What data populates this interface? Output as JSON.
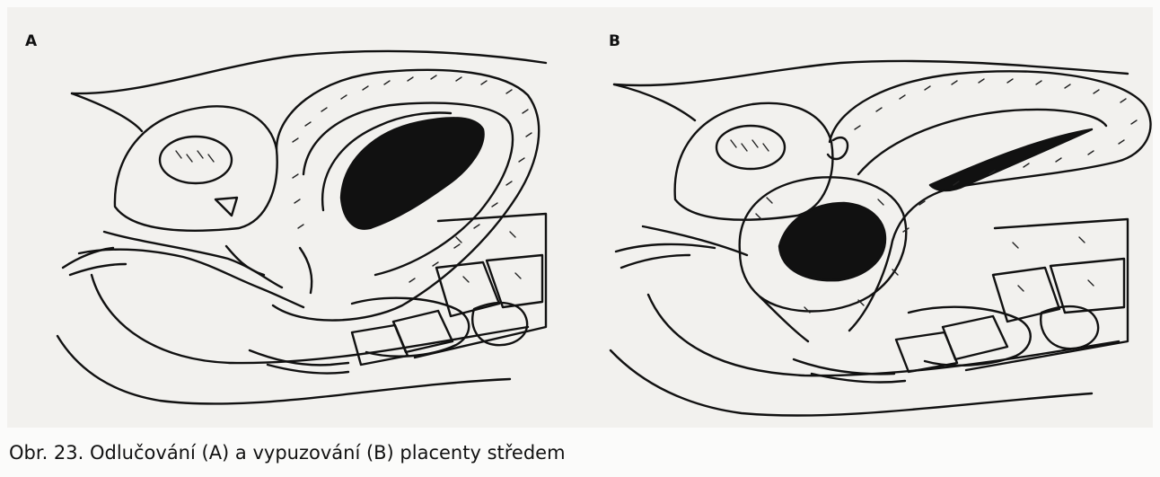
{
  "figure": {
    "panels": [
      {
        "label": "A"
      },
      {
        "label": "B"
      }
    ],
    "caption": "Obr. 23. Odlučování (A) a vypuzování (B) placenty středem"
  }
}
